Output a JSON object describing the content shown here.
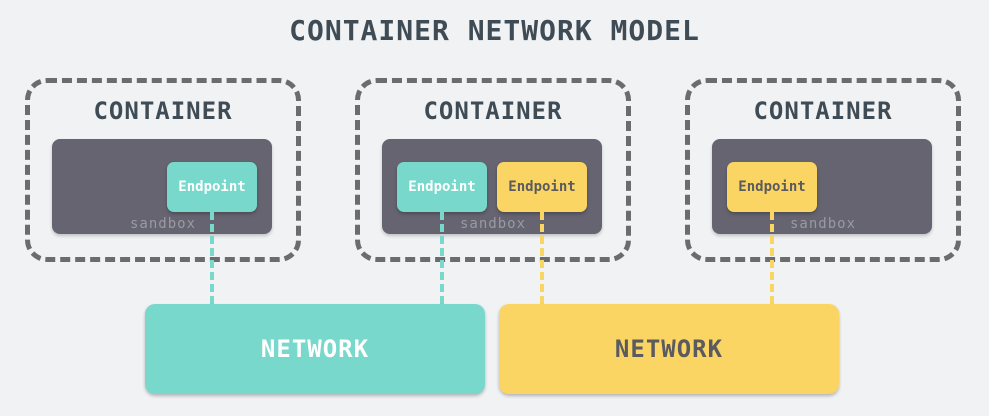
{
  "title": "CONTAINER NETWORK MODEL",
  "colors": {
    "teal": "#77d8cb",
    "yellow": "#fbd563",
    "sandbox": "#656470",
    "text": "#3f4c55"
  },
  "containers": [
    {
      "label": "CONTAINER",
      "sandbox_label": "sandbox",
      "endpoints": [
        {
          "label": "Endpoint",
          "network": "teal"
        }
      ]
    },
    {
      "label": "CONTAINER",
      "sandbox_label": "sandbox",
      "endpoints": [
        {
          "label": "Endpoint",
          "network": "teal"
        },
        {
          "label": "Endpoint",
          "network": "yellow"
        }
      ]
    },
    {
      "label": "CONTAINER",
      "sandbox_label": "sandbox",
      "endpoints": [
        {
          "label": "Endpoint",
          "network": "yellow"
        }
      ]
    }
  ],
  "networks": [
    {
      "label": "NETWORK",
      "color": "teal"
    },
    {
      "label": "NETWORK",
      "color": "yellow"
    }
  ]
}
